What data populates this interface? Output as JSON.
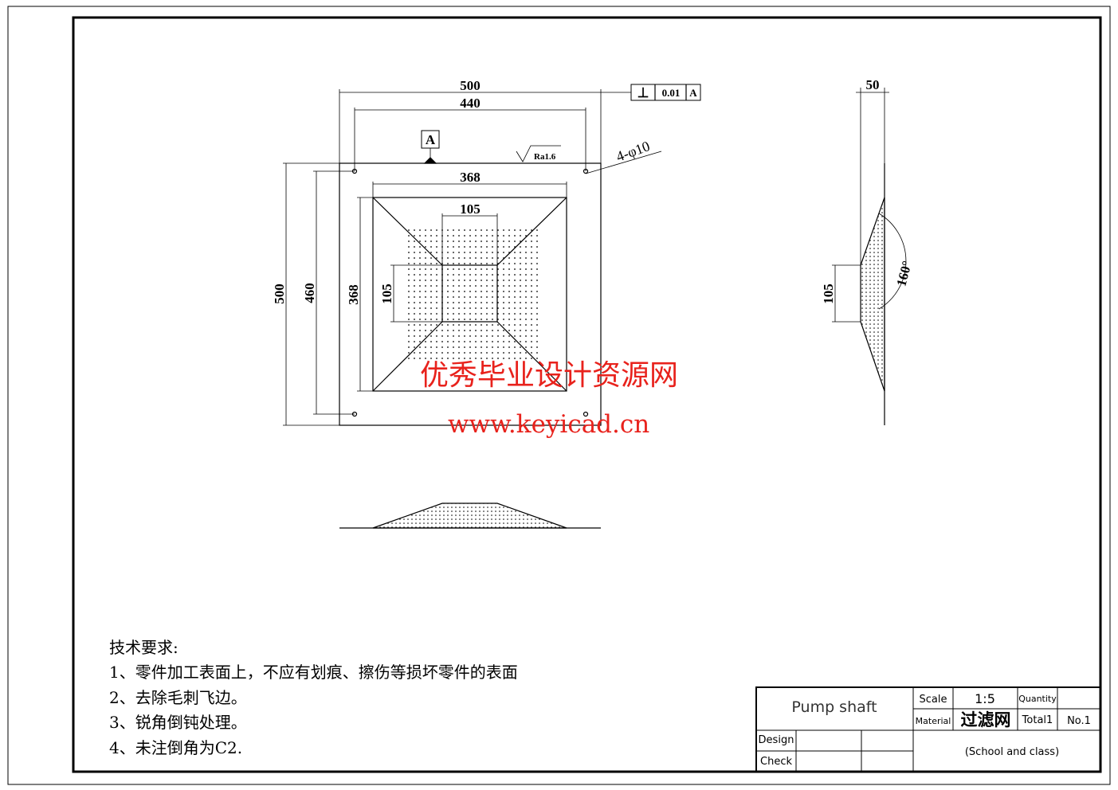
{
  "dimensions": {
    "top_width": "500",
    "hole_span": "440",
    "inner_width": "368",
    "top_flat": "105",
    "height": "500",
    "hole_span_v": "460",
    "inner_height": "368",
    "top_flat_v": "105",
    "side_thickness": "50",
    "side_flat": "105",
    "angle": "160°",
    "holes": "4-φ10",
    "roughness": "Ra1.6",
    "datum": "A",
    "tolerance": {
      "symbol": "⊥",
      "value": "0.01",
      "datum": "A"
    }
  },
  "watermark": {
    "title": "优秀毕业设计资源网",
    "url": "www.keyicad.cn"
  },
  "requirements": {
    "heading": "技术要求:",
    "items": [
      "1、零件加工表面上，不应有划痕、擦伤等损坏零件的表面",
      "2、去除毛刺飞边。",
      "3、锐角倒钝处理。",
      "4、未注倒角为C2."
    ]
  },
  "title_block": {
    "part_name": "Pump shaft",
    "scale_label": "Scale",
    "scale_value": "1:5",
    "quantity_label": "Quantity",
    "material_label": "Material",
    "material_value": "过滤网",
    "total": "Total1",
    "number": "No.1",
    "design_label": "Design",
    "check_label": "Check",
    "school": "(School and class)"
  }
}
